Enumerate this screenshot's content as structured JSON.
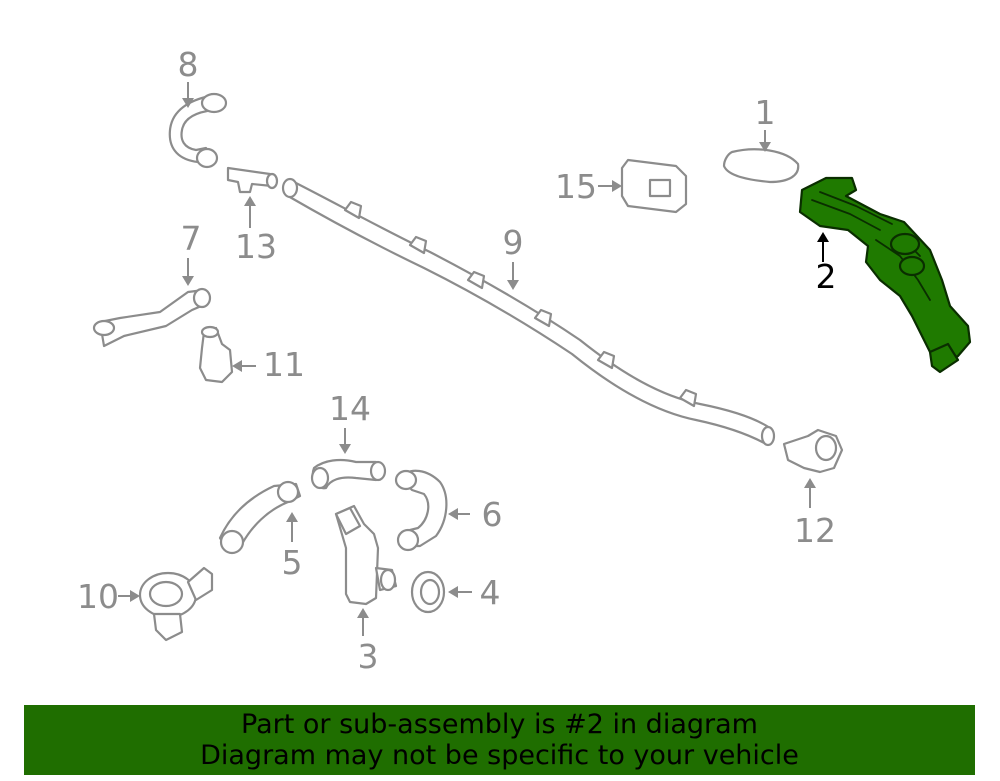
{
  "callouts": {
    "c1": "1",
    "c2": "2",
    "c3": "3",
    "c4": "4",
    "c5": "5",
    "c6": "6",
    "c7": "7",
    "c8": "8",
    "c9": "9",
    "c10": "10",
    "c11": "11",
    "c12": "12",
    "c13": "13",
    "c14": "14",
    "c15": "15"
  },
  "highlight_part": "2",
  "colors": {
    "highlight_fill": "#1f7a00",
    "banner": "#1f6e00",
    "line": "#8c8c8c"
  },
  "banner": {
    "line1": "Part or sub-assembly is #2 in diagram",
    "line2": "Diagram may not be specific to your vehicle"
  }
}
